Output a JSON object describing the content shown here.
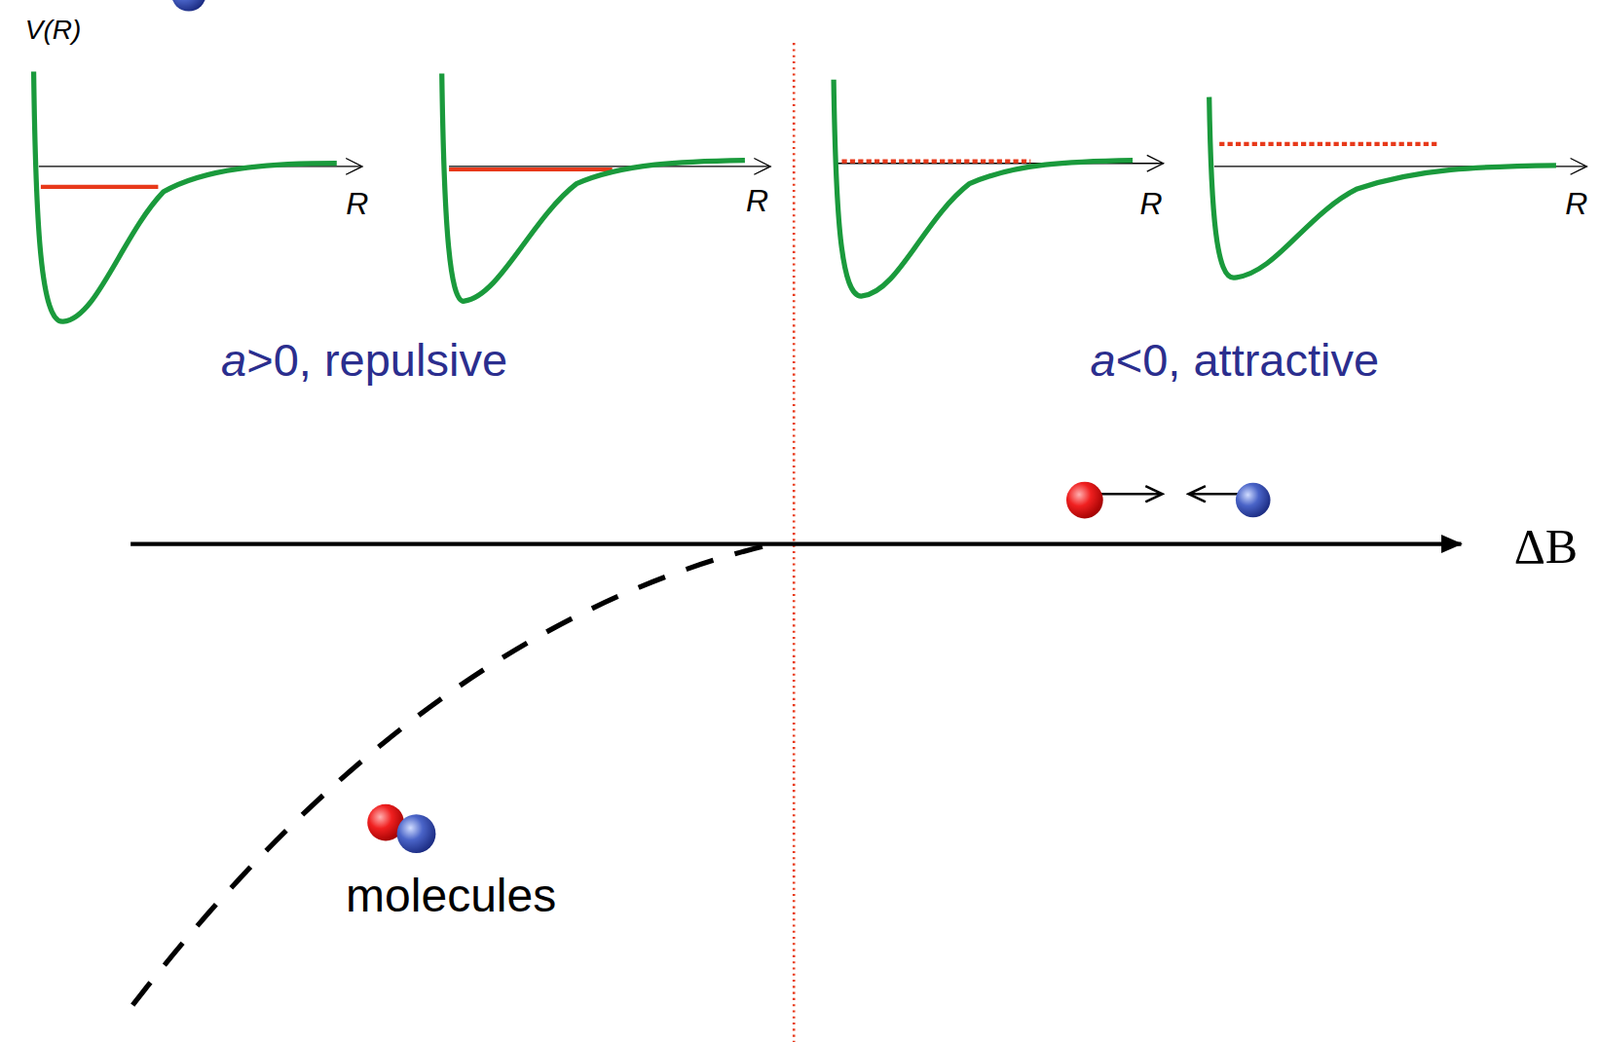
{
  "diagram": {
    "labels": [
      "V(R)",
      "R",
      "R",
      "R",
      "R",
      "a>0, repulsive",
      "a<0, attractive",
      "ΔB",
      "molecules"
    ]
  }
}
